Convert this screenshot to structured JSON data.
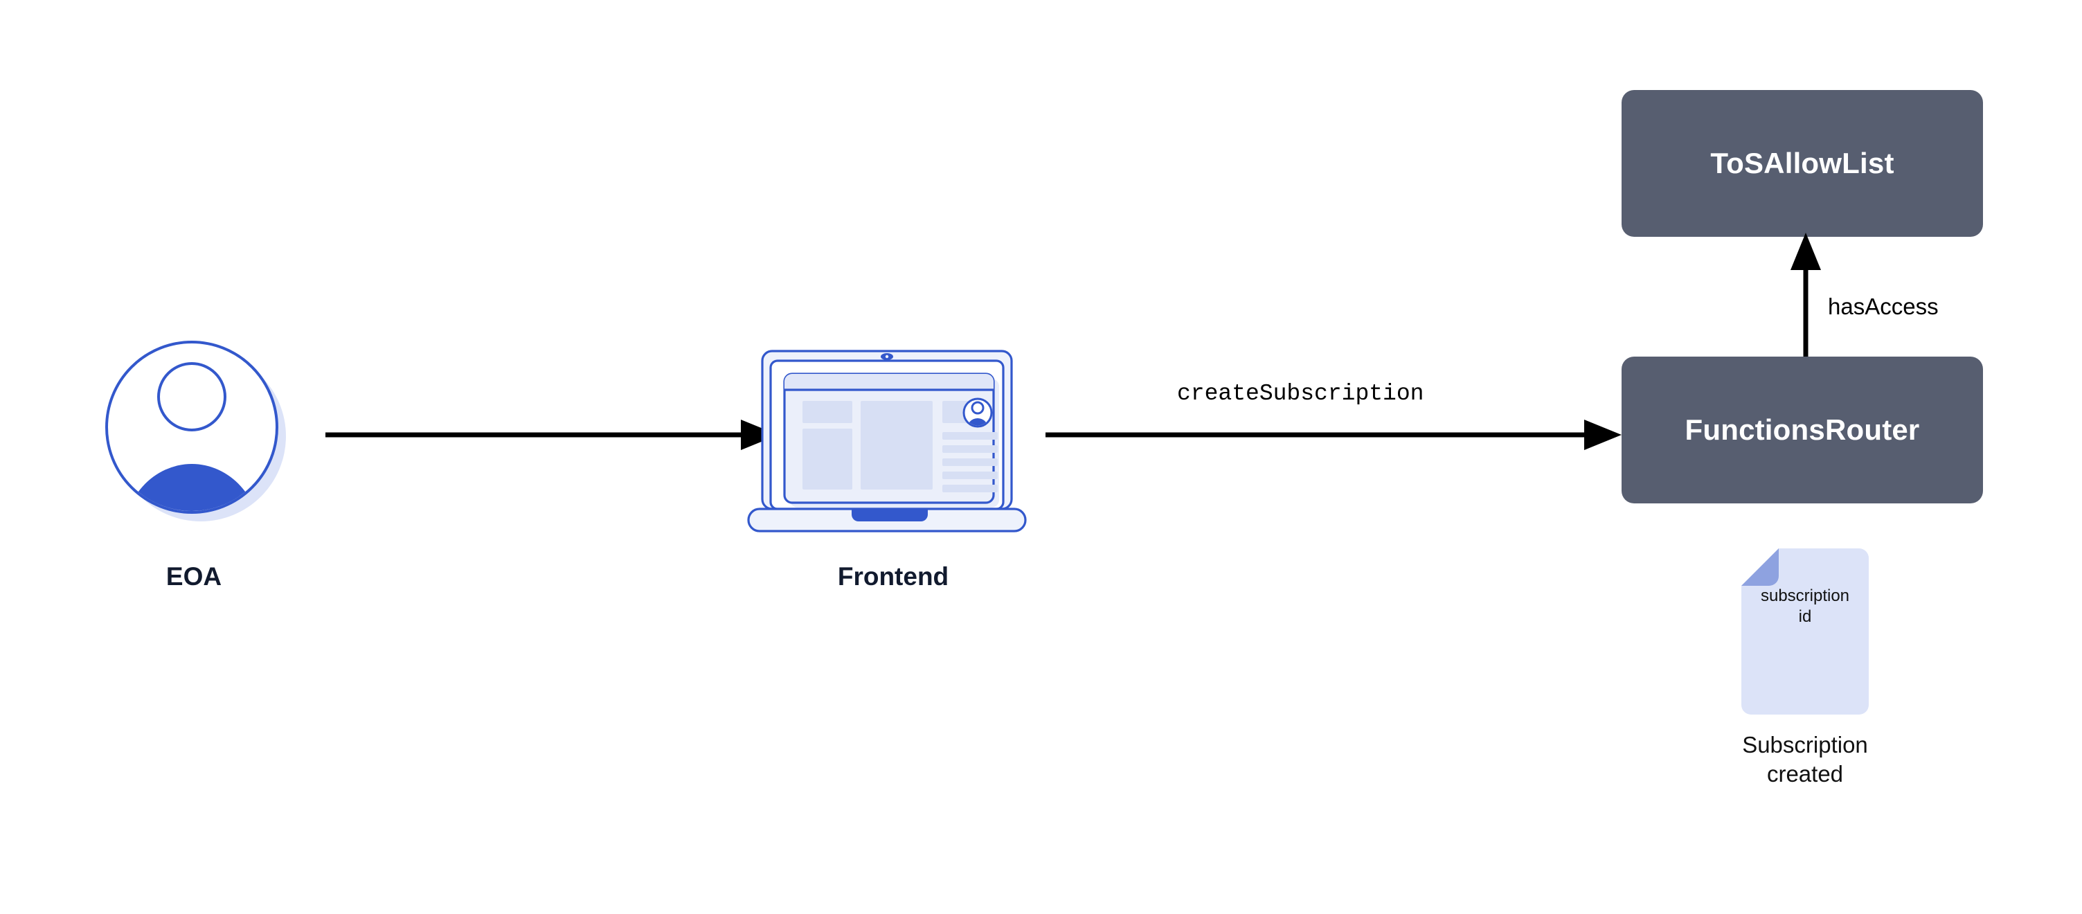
{
  "diagram": {
    "title": "Chainlink Functions subscription creation flow",
    "background": "#ffffff",
    "box_fill": "#575E70",
    "box_text_color": "#ffffff",
    "accent_blue": "#3358CC",
    "light_blue": "#D7DFF8",
    "edge_color": "#000000"
  },
  "nodes": {
    "eoa": {
      "label": "EOA",
      "icon": "user-avatar-icon"
    },
    "frontend": {
      "label": "Frontend",
      "icon": "laptop-icon"
    },
    "tos_allow_list": {
      "label": "ToSAllowList"
    },
    "functions_router": {
      "label": "FunctionsRouter"
    },
    "subscription_file": {
      "file_text_line1": "subscription",
      "file_text_line2": "id",
      "caption_line1": "Subscription",
      "caption_line2": "created",
      "icon": "document-icon"
    }
  },
  "edges": [
    {
      "id": "eoa-to-frontend",
      "from": "eoa",
      "to": "frontend",
      "label": "",
      "style": "solid-arrow"
    },
    {
      "id": "frontend-to-router",
      "from": "frontend",
      "to": "functions_router",
      "label": "createSubscription",
      "style": "solid-arrow",
      "font": "mono"
    },
    {
      "id": "router-to-tos",
      "from": "functions_router",
      "to": "tos_allow_list",
      "label": "hasAccess",
      "style": "solid-arrow",
      "font": "sans"
    }
  ]
}
